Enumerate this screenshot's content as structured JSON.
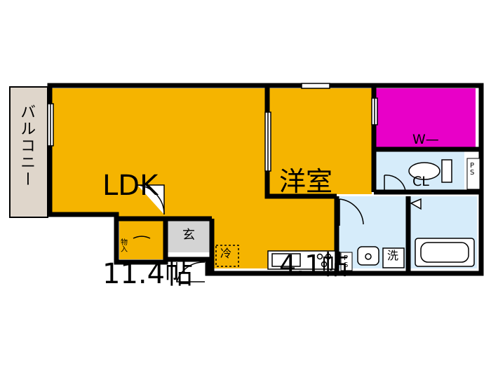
{
  "rooms": {
    "ldk": {
      "name": "LDK",
      "size": "11.4帖"
    },
    "western": {
      "name": "洋室",
      "size": "4.1帖"
    },
    "closet": {
      "line1": "W—",
      "line2": "CL"
    },
    "balcony": "バルコニー",
    "entrance": "玄",
    "fridge": "冷",
    "washer": "洗",
    "storage": "物入",
    "ps_top": "PS",
    "ps_bottom": "PS"
  },
  "colors": {
    "ldk": "#F5B400",
    "western": "#F5B400",
    "closet": "#E800C8",
    "wet": "#D6ECFA",
    "entrance": "#D4D4D4",
    "balcony": "#DFD6CB",
    "wall": "#000000"
  }
}
